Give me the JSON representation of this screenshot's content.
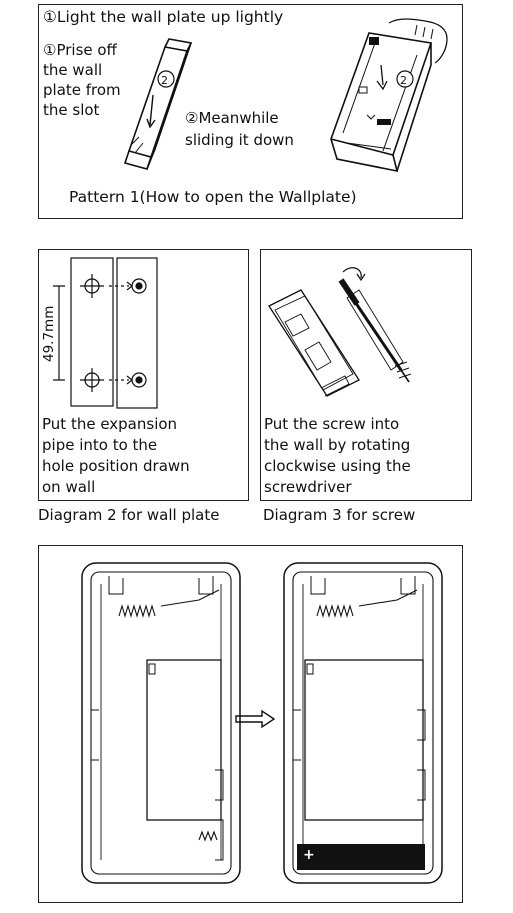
{
  "pattern1": {
    "step_top": "①Light the wall plate up lightly",
    "step_left_lines": [
      "①Prise off",
      "the wall",
      "plate from",
      "the slot"
    ],
    "step_mid_lines": [
      "②Meanwhile",
      "sliding it down"
    ],
    "marker_left": "②",
    "marker_right": "②",
    "caption": "Pattern 1(How to open the Wallplate)"
  },
  "diagram2": {
    "dimension": "49.7mm",
    "instruction_lines": [
      "Put the expansion",
      "pipe into to the",
      "hole position drawn",
      "on wall"
    ],
    "caption": "Diagram 2 for wall plate"
  },
  "diagram3": {
    "instruction_lines": [
      "Put the screw into",
      "the wall by rotating",
      "clockwise using the",
      "screwdriver"
    ],
    "caption": "Diagram 3 for screw"
  },
  "diagram4": {
    "battery_plus": "+"
  }
}
